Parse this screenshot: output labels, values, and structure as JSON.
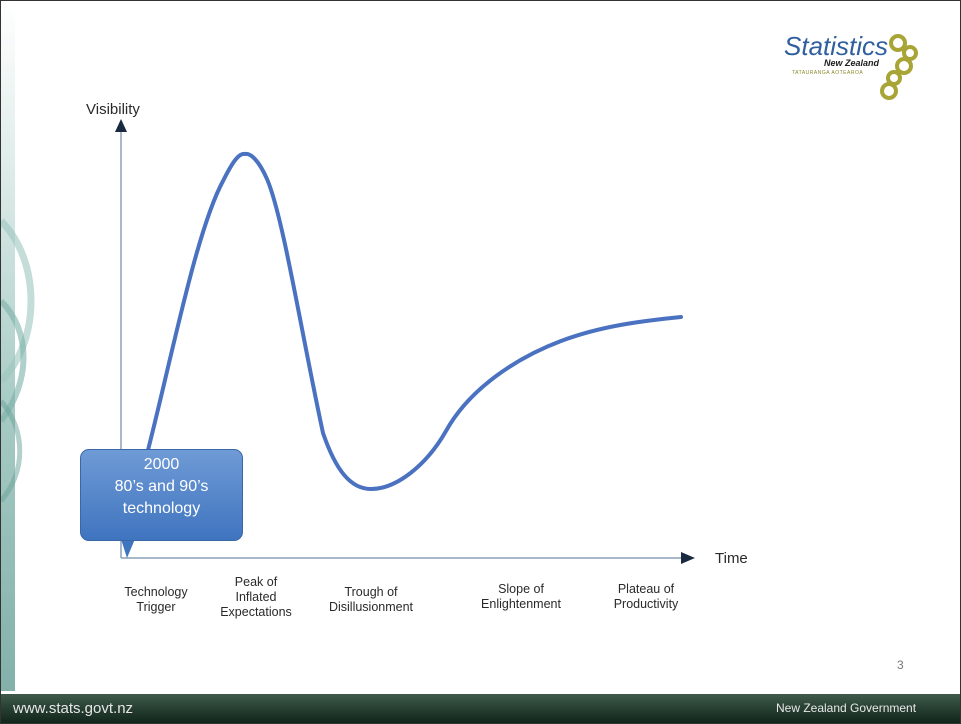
{
  "axes": {
    "y_label": "Visibility",
    "x_label": "Time"
  },
  "phases": [
    {
      "label_lines": [
        "Technology",
        "Trigger"
      ]
    },
    {
      "label_lines": [
        "Peak of",
        "Inflated",
        "Expectations"
      ]
    },
    {
      "label_lines": [
        "Trough of",
        "Disillusionment"
      ]
    },
    {
      "label_lines": [
        "Slope of",
        "Enlightenment"
      ]
    },
    {
      "label_lines": [
        "Plateau of",
        "Productivity"
      ]
    }
  ],
  "callout": {
    "year": "2000",
    "line2": "80’s and 90’s",
    "line3": "technology"
  },
  "logo": {
    "name": "Statistics",
    "subtitle": "New Zealand",
    "maori": "TATAURANGA AOTEAROA"
  },
  "page_number": "3",
  "footer": {
    "url": "www.stats.govt.nz",
    "government": "New Zealand Government"
  },
  "colors": {
    "curve": "#4a72c0",
    "callout": "#4f80c8",
    "footer": "#1f3a2c"
  }
}
